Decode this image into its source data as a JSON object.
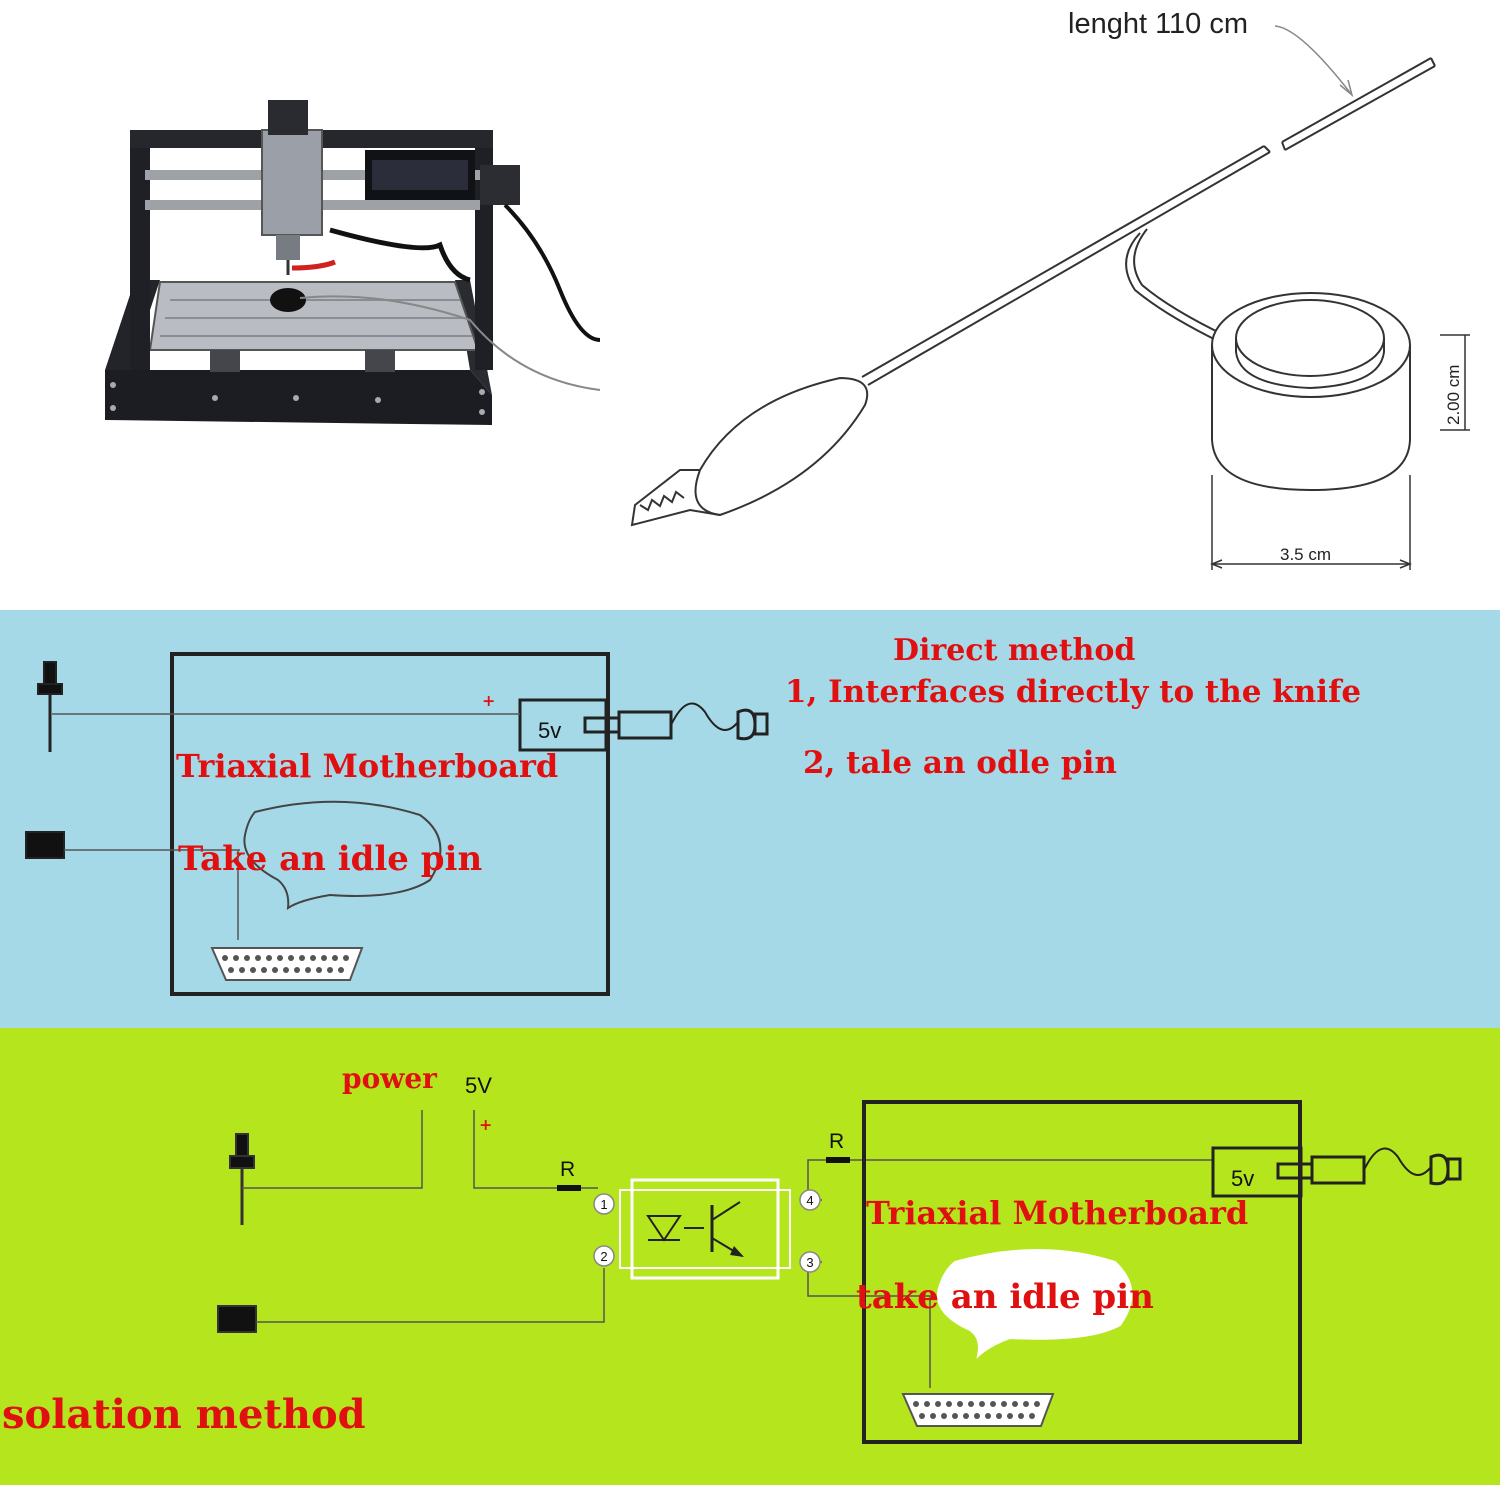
{
  "probe_drawing": {
    "length_label": "lenght 110 cm",
    "height_label": "2.00 cm",
    "width_label": "3.5 cm"
  },
  "direct_panel": {
    "colors": {
      "background": "#a6d9e8",
      "text": "#e01010"
    },
    "title": "Direct method",
    "step1": "1, Interfaces directly to the knife",
    "step2": "2, tale an odle pin",
    "board_label": "Triaxial Motherboard",
    "idle_pin_label": "Take an idle pin",
    "power_jack_label": "5v",
    "plus_mark": "+"
  },
  "isolation_panel": {
    "colors": {
      "background": "#b5e61d",
      "text": "#e01010"
    },
    "title": "solation method",
    "power_label": "power",
    "voltage_label": "5V",
    "resistor_left_label": "R",
    "resistor_right_label": "R",
    "board_label": "Triaxial Motherboard",
    "idle_pin_label": "take an idle pin",
    "power_jack_label": "5v",
    "plus_mark": "+",
    "pins": [
      "1",
      "2",
      "3",
      "4"
    ]
  }
}
